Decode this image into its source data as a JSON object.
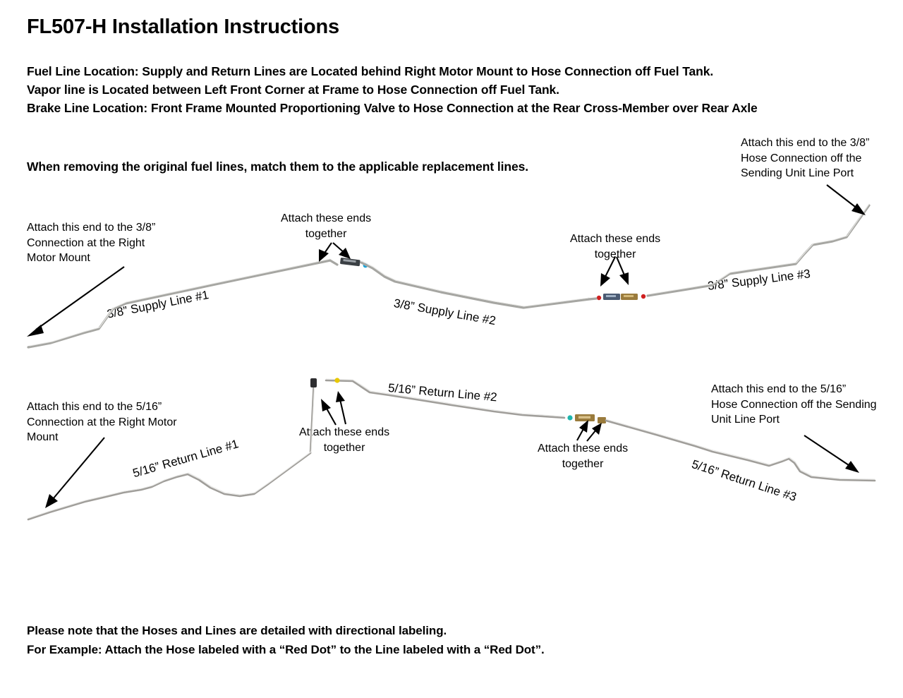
{
  "document": {
    "title": "FL507-H Installation Instructions",
    "intro_lines": [
      "Fuel Line Location:  Supply and Return Lines are Located behind Right Motor Mount to Hose Connection off Fuel Tank.",
      "Vapor line is Located between Left Front Corner at Frame to Hose Connection off Fuel Tank.",
      "Brake Line Location: Front Frame Mounted Proportioning Valve to Hose Connection at the Rear Cross-Member over Rear Axle"
    ],
    "emphasis": "When removing the original fuel lines, match them to the applicable replacement lines.",
    "footer_lines": [
      "Please note that the Hoses and Lines are detailed with directional labeling.",
      "For Example: Attach the Hose labeled with a “Red Dot” to the Line labeled with a “Red Dot”."
    ]
  },
  "diagram": {
    "supply": {
      "callouts": {
        "left_end": "Attach this end to the 3/8”\nConnection at the Right\nMotor Mount",
        "joint_1": "Attach these ends\ntogether",
        "joint_2": "Attach these ends\ntogether",
        "right_end": "Attach this end to the 3/8”\nHose Connection off the\nSending Unit Line Port"
      },
      "labels": {
        "line1": "3/8” Supply Line #1",
        "line2": "3/8” Supply Line #2",
        "line3": "3/8” Supply Line #3"
      },
      "dot_colors": {
        "joint_1_line2_end": "#1ba3d8",
        "joint_2_line2_end": "#d02020",
        "joint_2_line3_end": "#d02020"
      }
    },
    "return": {
      "callouts": {
        "left_end": "Attach this end to the 5/16”\nConnection at the Right Motor\nMount",
        "joint_1": "Attach these ends\ntogether",
        "joint_2": "Attach these ends\ntogether",
        "right_end": "Attach this end to the 5/16”\nHose Connection off the Sending\nUnit Line Port"
      },
      "labels": {
        "line1": "5/16” Return Line #1",
        "line2": "5/16” Return Line #2",
        "line3": "5/16” Return Line #3"
      },
      "dot_colors": {
        "joint_1_line2_end": "#e8c800",
        "joint_2_line2_end": "#1fb5ad"
      }
    },
    "tube_color": "#a6a6a2"
  }
}
